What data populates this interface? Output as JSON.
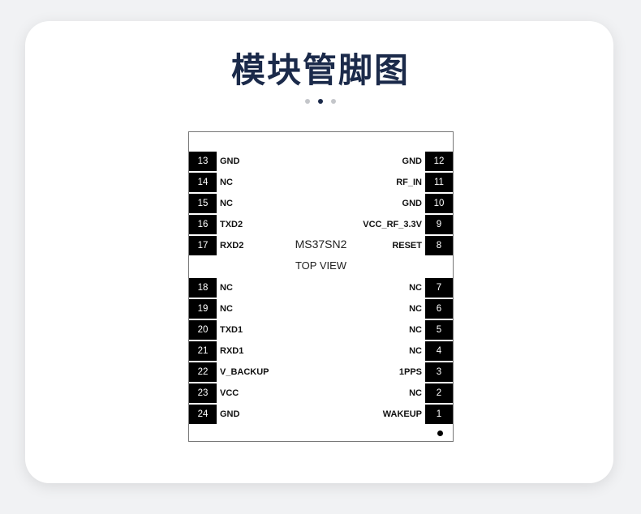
{
  "title": "模块管脚图",
  "carousel": {
    "count": 3,
    "active_index": 1
  },
  "colors": {
    "title": "#1b2a4a",
    "pin_bg": "#000000",
    "card_bg": "#ffffff",
    "page_bg": "#f1f2f4"
  },
  "module": {
    "name": "MS37SN2",
    "view": "TOP VIEW",
    "left_pins": [
      {
        "num": "13",
        "label": "GND"
      },
      {
        "num": "14",
        "label": "NC"
      },
      {
        "num": "15",
        "label": "NC"
      },
      {
        "num": "16",
        "label": "TXD2"
      },
      {
        "num": "17",
        "label": "RXD2"
      },
      {
        "num": "18",
        "label": "NC"
      },
      {
        "num": "19",
        "label": "NC"
      },
      {
        "num": "20",
        "label": "TXD1"
      },
      {
        "num": "21",
        "label": "RXD1"
      },
      {
        "num": "22",
        "label": "V_BACKUP"
      },
      {
        "num": "23",
        "label": "VCC"
      },
      {
        "num": "24",
        "label": "GND"
      }
    ],
    "right_pins": [
      {
        "num": "12",
        "label": "GND"
      },
      {
        "num": "11",
        "label": "RF_IN"
      },
      {
        "num": "10",
        "label": "GND"
      },
      {
        "num": "9",
        "label": "VCC_RF_3.3V"
      },
      {
        "num": "8",
        "label": "RESET"
      },
      {
        "num": "7",
        "label": "NC"
      },
      {
        "num": "6",
        "label": "NC"
      },
      {
        "num": "5",
        "label": "NC"
      },
      {
        "num": "4",
        "label": "NC"
      },
      {
        "num": "3",
        "label": "1PPS"
      },
      {
        "num": "2",
        "label": "NC"
      },
      {
        "num": "1",
        "label": "WAKEUP"
      }
    ]
  }
}
